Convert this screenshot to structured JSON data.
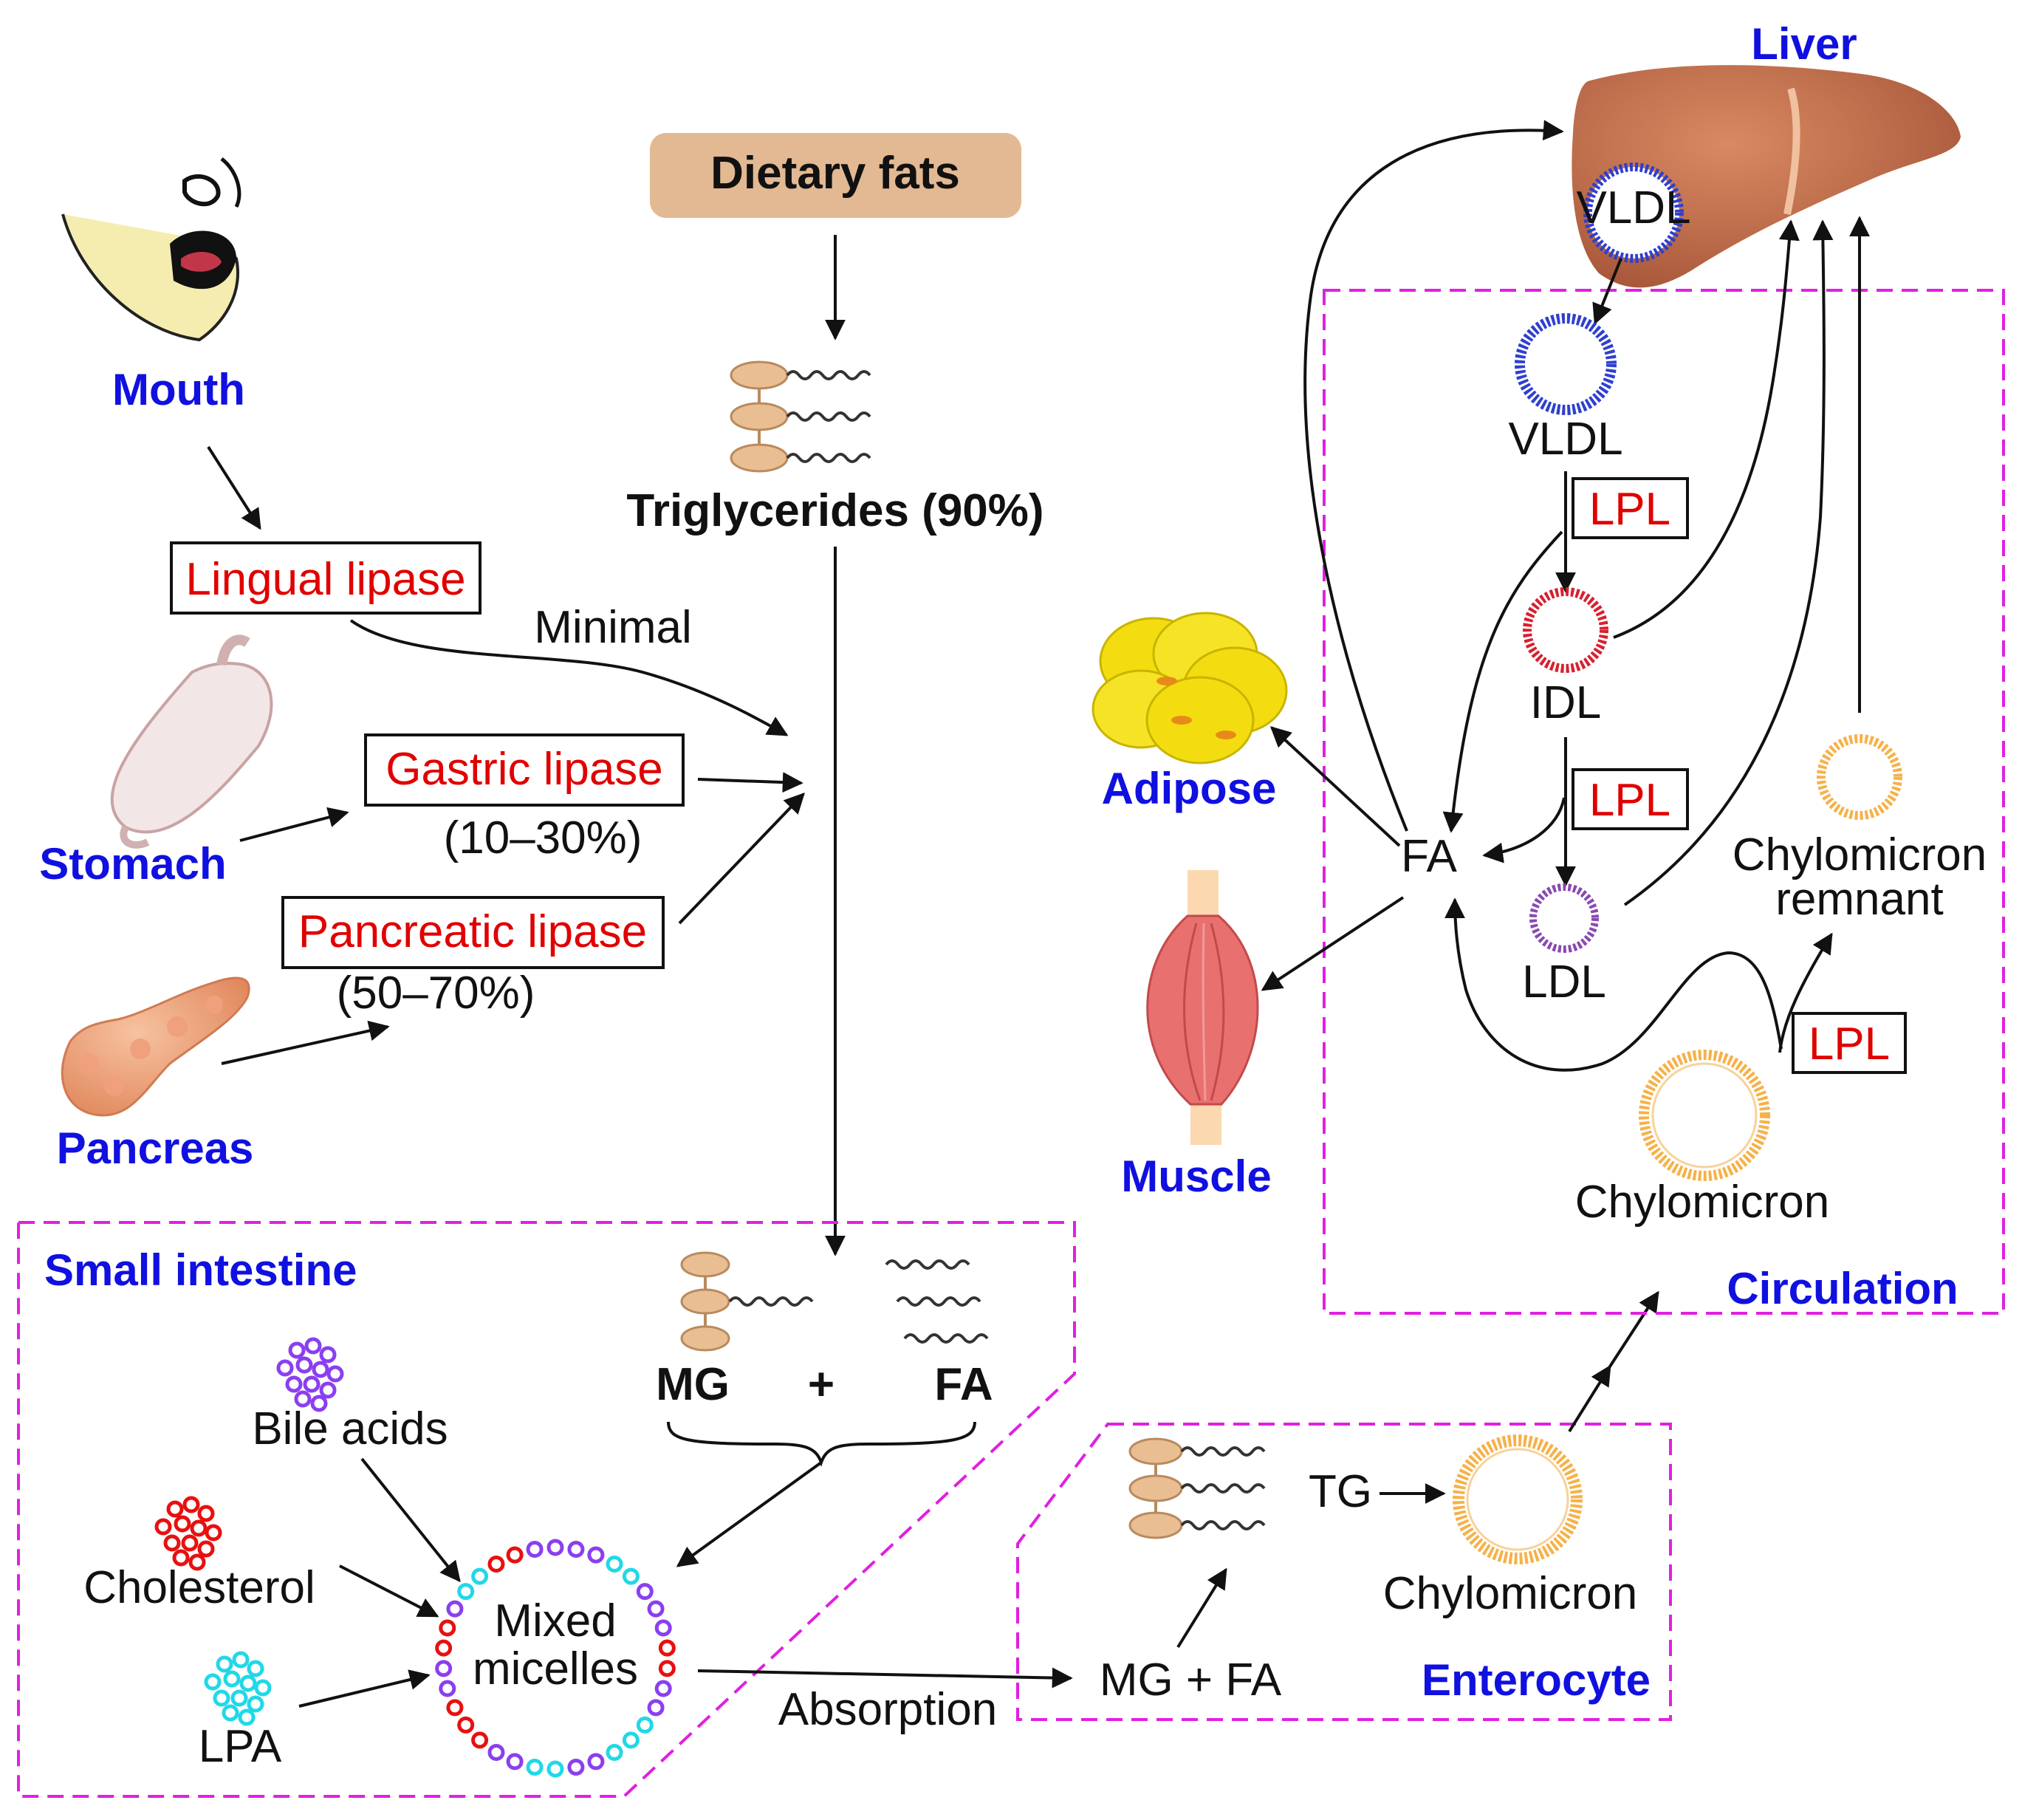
{
  "colors": {
    "organ_label": "#1010e0",
    "enzyme_label": "#e00000",
    "region_border": "#e020e0",
    "dietary_fats_box": "#e2b993",
    "liver": "#c0704a",
    "vldl": "#2e3fd0",
    "idl": "#d82030",
    "ldl": "#8a4ab0",
    "chylomicron": "#f5b24a",
    "bile_acids": "#8a3ff0",
    "cholesterol": "#e81010",
    "lpa": "#20d8e8",
    "adipose": "#f3dd10",
    "muscle": "#e8706f"
  },
  "organs": {
    "mouth": "Mouth",
    "stomach": "Stomach",
    "pancreas": "Pancreas",
    "liver": "Liver",
    "adipose": "Adipose",
    "muscle": "Muscle"
  },
  "enzymes": {
    "lingual": "Lingual lipase",
    "gastric": "Gastric lipase",
    "pancreatic": "Pancreatic lipase",
    "lpl": "LPL"
  },
  "digestion": {
    "minimal": "Minimal",
    "gastric_pct": "(10–30%)",
    "pancreatic_pct": "(50–70%)",
    "dietary_fats": "Dietary fats",
    "triglycerides": "Triglycerides (90%)",
    "mg": "MG",
    "plus": "+",
    "fa": "FA"
  },
  "small_intestine": {
    "title": "Small intestine",
    "bile_acids": "Bile acids",
    "cholesterol": "Cholesterol",
    "lpa": "LPA",
    "micelles_line1": "Mixed",
    "micelles_line2": "micelles",
    "absorption": "Absorption"
  },
  "enterocyte": {
    "title": "Enterocyte",
    "mg_fa": "MG + FA",
    "tg": "TG",
    "chylomicron": "Chylomicron"
  },
  "circulation": {
    "title": "Circulation",
    "vldl_in_liver": "VLDL",
    "vldl": "VLDL",
    "idl": "IDL",
    "ldl": "LDL",
    "fa": "FA",
    "chylomicron": "Chylomicron",
    "remnant_line1": "Chylomicron",
    "remnant_line2": "remnant"
  }
}
